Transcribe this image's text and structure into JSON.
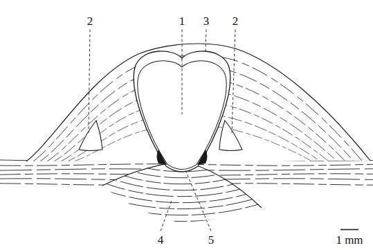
{
  "diagram": {
    "labels": [
      "2",
      "1",
      "3",
      "2",
      "4",
      "5",
      "1 mm"
    ]
  }
}
